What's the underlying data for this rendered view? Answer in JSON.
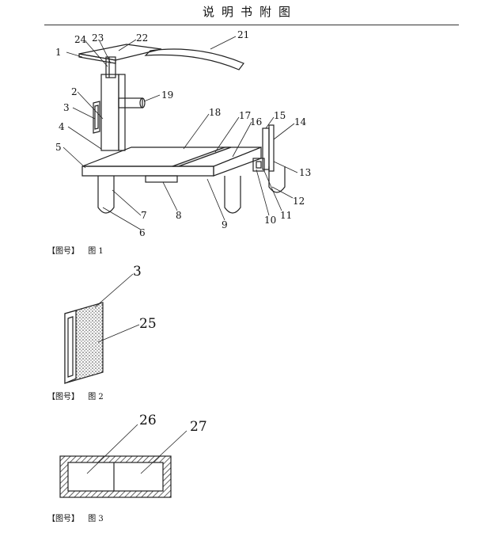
{
  "header": {
    "title": "说明书附图"
  },
  "figures": [
    {
      "tag": "【图号】",
      "label": "图 1",
      "callouts": [
        "1",
        "2",
        "3",
        "4",
        "5",
        "6",
        "7",
        "8",
        "9",
        "10",
        "11",
        "12",
        "13",
        "14",
        "15",
        "16",
        "17",
        "18",
        "19",
        "21",
        "22",
        "23",
        "24"
      ]
    },
    {
      "tag": "【图号】",
      "label": "图 2",
      "callouts": [
        "3",
        "25"
      ]
    },
    {
      "tag": "【图号】",
      "label": "图 3",
      "callouts": [
        "26",
        "27"
      ]
    }
  ]
}
